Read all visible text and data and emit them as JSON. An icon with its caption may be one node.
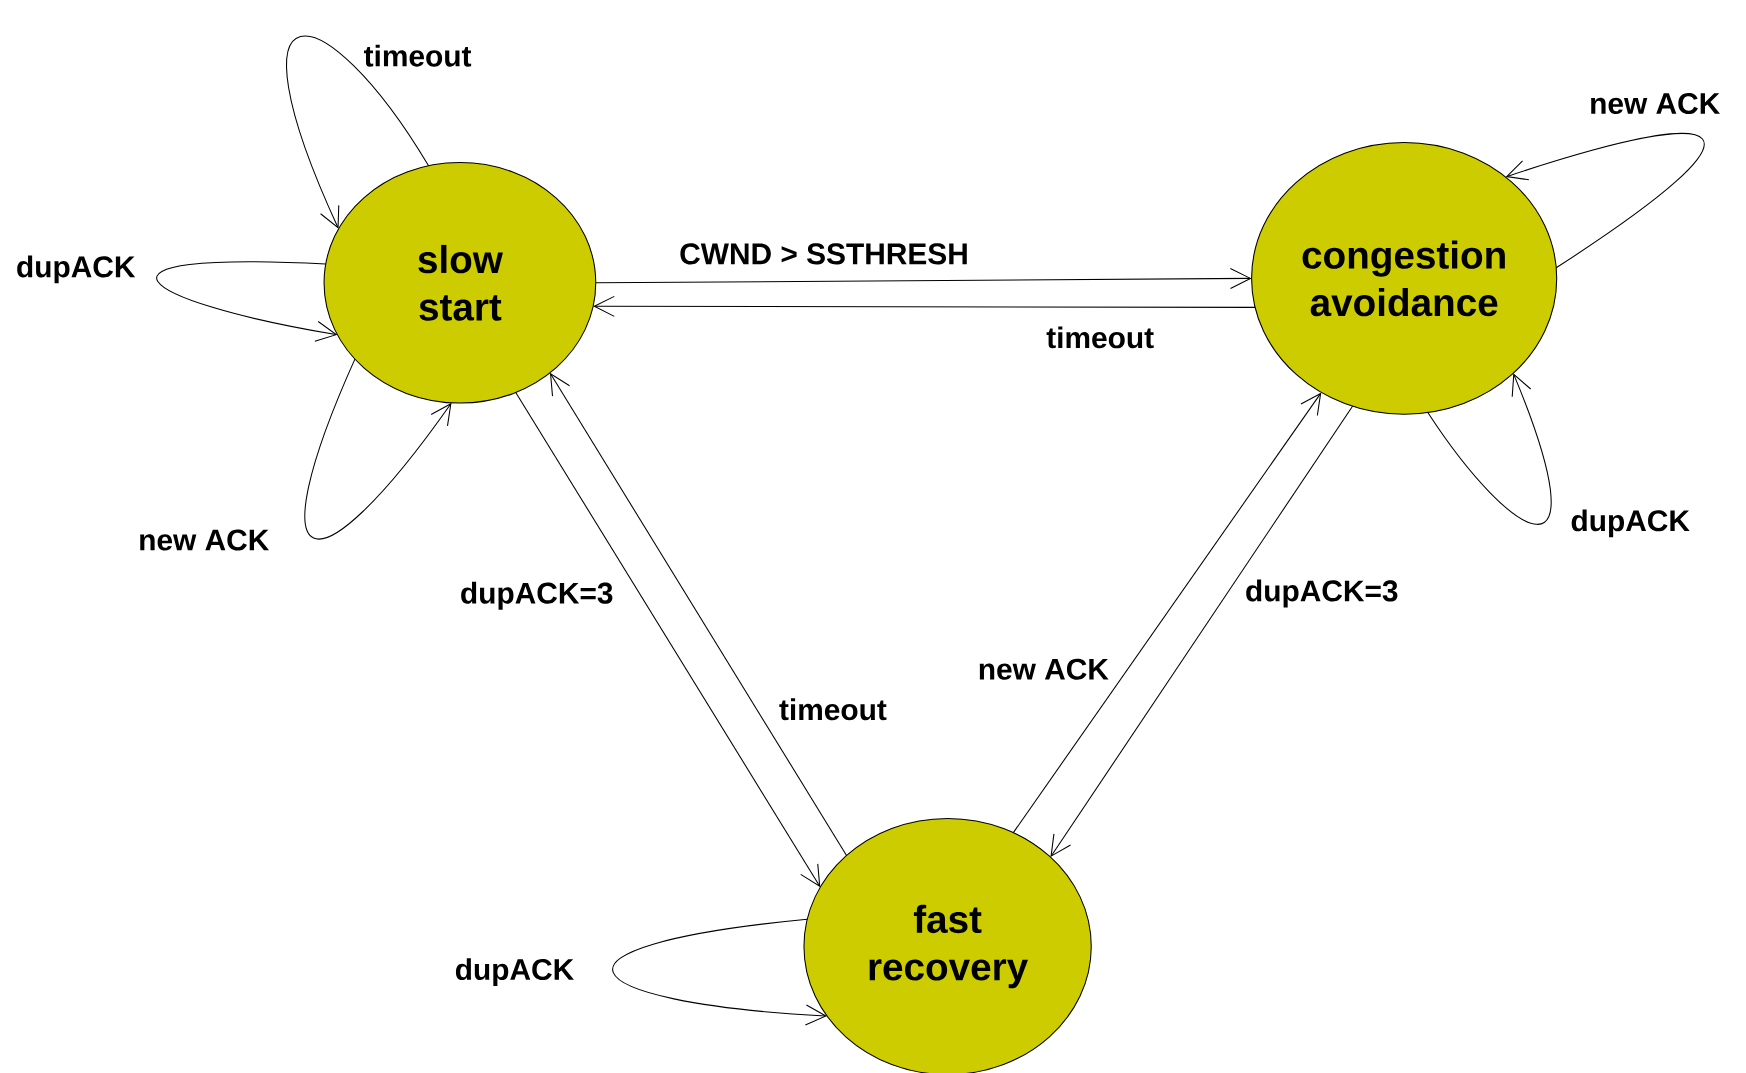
{
  "diagram": {
    "nodes": [
      {
        "text": [
          "slow start"
        ]
      },
      {
        "text": [
          "congestion avoidance"
        ]
      },
      {
        "text": [
          "fast recovery"
        ]
      }
    ],
    "edges": [
      {
        "from": 0,
        "to": 0,
        "arrow": "to",
        "label": "timeout"
      },
      {
        "from": 0,
        "to": 0,
        "arrow": "to",
        "label": "dupACK"
      },
      {
        "from": 0,
        "to": 0,
        "arrow": "to",
        "label": "new ACK"
      },
      {
        "from": 0,
        "to": 1,
        "arrow": "to",
        "label": "CWND > SSTHRESH"
      },
      {
        "from": 1,
        "to": 0,
        "arrow": "to",
        "label": "timeout"
      },
      {
        "from": 0,
        "to": 2,
        "arrow": "to",
        "label": "dupACK=3"
      },
      {
        "from": 2,
        "to": 0,
        "arrow": "to",
        "label": "timeout"
      },
      {
        "from": 1,
        "to": 1,
        "arrow": "to",
        "label": "new ACK"
      },
      {
        "from": 1,
        "to": 1,
        "arrow": "to",
        "label": "dupACK"
      },
      {
        "from": 1,
        "to": 2,
        "arrow": "to",
        "label": "dupACK=3"
      },
      {
        "from": 2,
        "to": 1,
        "arrow": "to",
        "label": "new ACK"
      },
      {
        "from": 2,
        "to": 2,
        "arrow": "to",
        "label": "dupACK"
      }
    ]
  }
}
